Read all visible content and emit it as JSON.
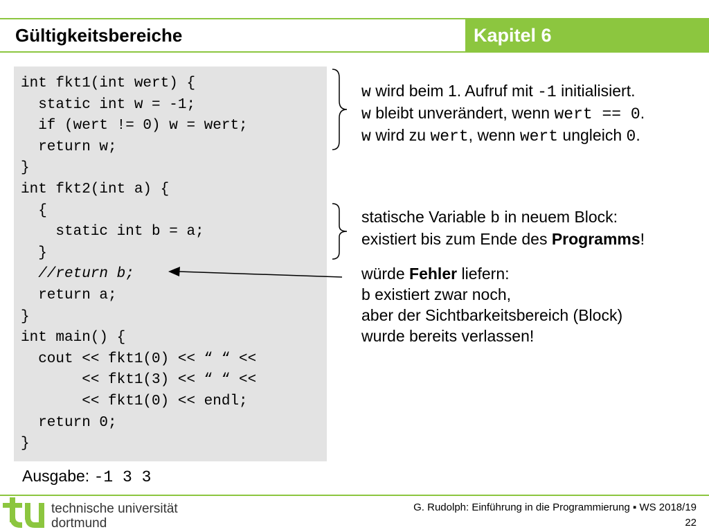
{
  "header": {
    "title": "Gültigkeitsbereiche",
    "chapter": "Kapitel 6"
  },
  "code_lines": [
    "int fkt1(int wert) {",
    "  static int w = -1;",
    "  if (wert != 0) w = wert;",
    "  return w;",
    "}",
    "int fkt2(int a) {",
    "  {",
    "    static int b = a;",
    "  }",
    "  //return b;",
    "  return a;",
    "}",
    "int main() {",
    "  cout << fkt1(0) << “ “ <<",
    "       << fkt1(3) << “ “ <<",
    "       << fkt1(0) << endl;",
    "  return 0;",
    "}"
  ],
  "output": {
    "label": "Ausgabe: ",
    "value": "-1 3 3"
  },
  "note1": {
    "line1": {
      "c1": "w",
      "t1": " wird beim 1. Aufruf mit ",
      "c2": "-1",
      "t2": " initialisiert."
    },
    "line2": {
      "c1": "w",
      "t1": " bleibt unverändert, wenn ",
      "c2": "wert == 0",
      "t2": "."
    },
    "line3": {
      "c1": "w",
      "t1": " wird zu ",
      "c2": "wert",
      "t2": ", wenn ",
      "c3": "wert",
      "t3": " ungleich ",
      "c4": "0",
      "t4": "."
    }
  },
  "note2": {
    "line1": {
      "t1": "statische Variable ",
      "c1": "b",
      "t2": " in neuem Block:"
    },
    "line2": {
      "t1": "existiert bis zum Ende des ",
      "b1": "Programms",
      "t2": "!"
    }
  },
  "note3": {
    "line1": {
      "t1": "würde ",
      "b1": "Fehler",
      "t2": " liefern:"
    },
    "line2": "b existiert zwar noch,",
    "line3": "aber der Sichtbarkeitsbereich (Block)",
    "line4": "wurde bereits verlassen!"
  },
  "logo": {
    "mark": "tu",
    "line1": "technische universität",
    "line2": "dortmund"
  },
  "footer": {
    "citation": "G. Rudolph: Einführung in die Programmierung ▪ WS 2018/19",
    "page": "22"
  },
  "colors": {
    "accent": "#8cc63f",
    "code_background": "#e3e3e3",
    "logo": "#8cc63f"
  }
}
